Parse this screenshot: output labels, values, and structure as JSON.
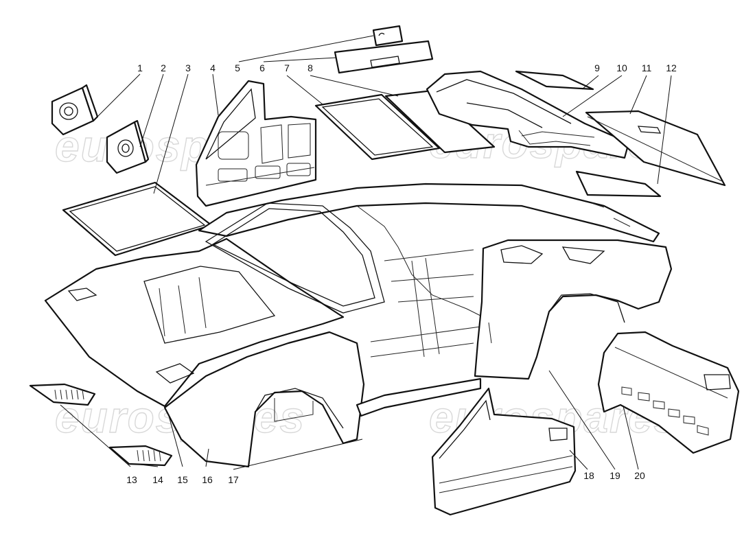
{
  "watermark": "eurospares",
  "callouts": [
    "1",
    "2",
    "3",
    "4",
    "5",
    "6",
    "7",
    "8",
    "9",
    "10",
    "11",
    "12",
    "13",
    "14",
    "15",
    "16",
    "17",
    "18",
    "19",
    "20"
  ]
}
